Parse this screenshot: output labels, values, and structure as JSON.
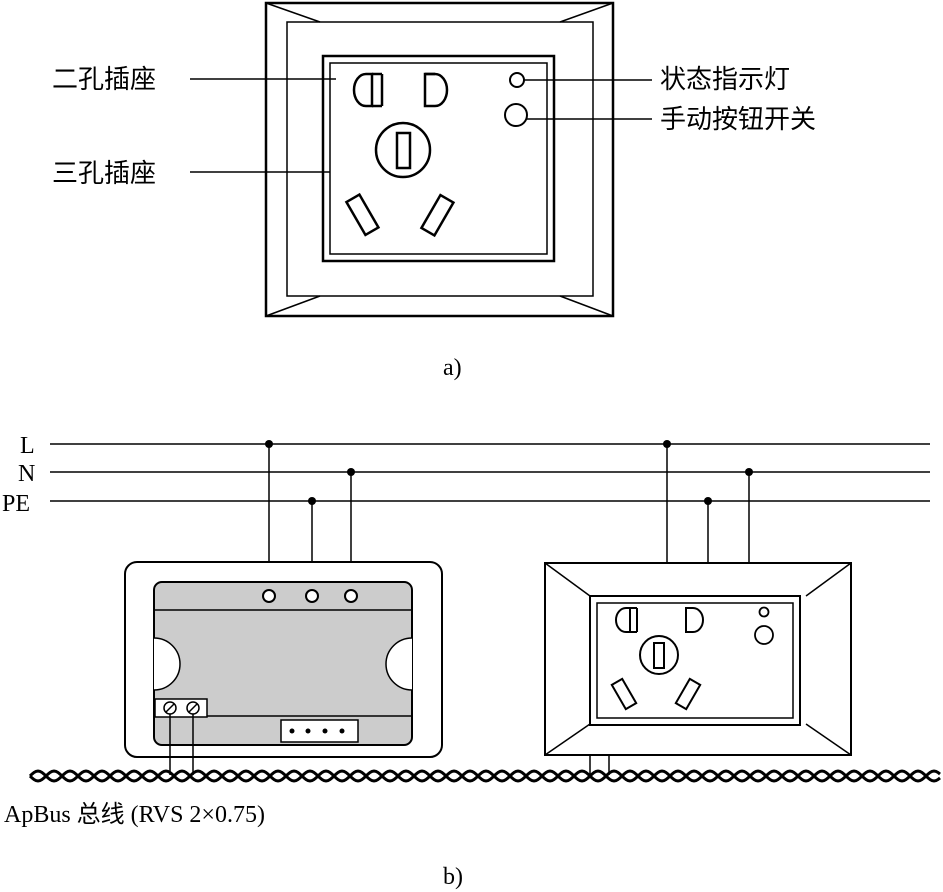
{
  "figure_a": {
    "label_two_hole": "二孔插座",
    "label_three_hole": "三孔插座",
    "label_indicator": "状态指示灯",
    "label_button": "手动按钮开关",
    "caption": "a)"
  },
  "figure_b": {
    "wire_L": "L",
    "wire_N": "N",
    "wire_PE": "PE",
    "bus_label": "ApBus 总线 (RVS 2×0.75)",
    "caption": "b)"
  },
  "colors": {
    "line": "#000000",
    "module_fill": "#cccccc",
    "background": "#ffffff"
  }
}
